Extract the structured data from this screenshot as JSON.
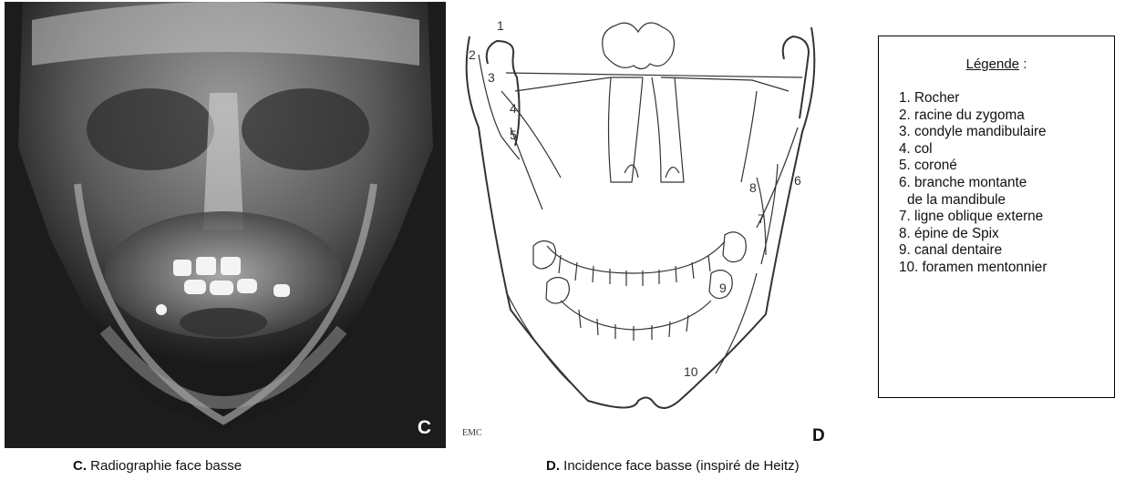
{
  "panel_c": {
    "letter": "C",
    "caption_prefix": "C.",
    "caption_text": " Radiographie face basse"
  },
  "panel_d": {
    "letter": "D",
    "watermark": "EMC",
    "caption_prefix": "D.",
    "caption_text": " Incidence face basse (inspiré de Heitz)",
    "markers": [
      "1",
      "2",
      "3",
      "4",
      "5",
      "6",
      "7",
      "8",
      "9",
      "10"
    ]
  },
  "legend": {
    "title": "Légende",
    "title_suffix": " :",
    "items": [
      "1. Rocher",
      "2. racine du zygoma",
      "3. condyle mandibulaire",
      "4. col",
      "5. coroné",
      "6. branche montante",
      "de la mandibule",
      "7. ligne oblique externe",
      "8. épine de Spix",
      "9. canal dentaire",
      "10. foramen mentonnier"
    ]
  }
}
